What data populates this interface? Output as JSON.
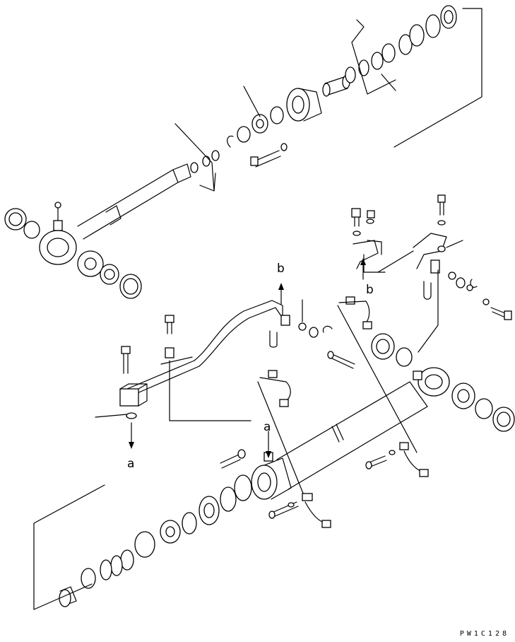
{
  "diagram": {
    "drawing_code": "PW1C128",
    "callouts": {
      "a": "a",
      "b": "b"
    },
    "icons": [
      "arrow-up-icon",
      "arrow-down-icon"
    ]
  }
}
